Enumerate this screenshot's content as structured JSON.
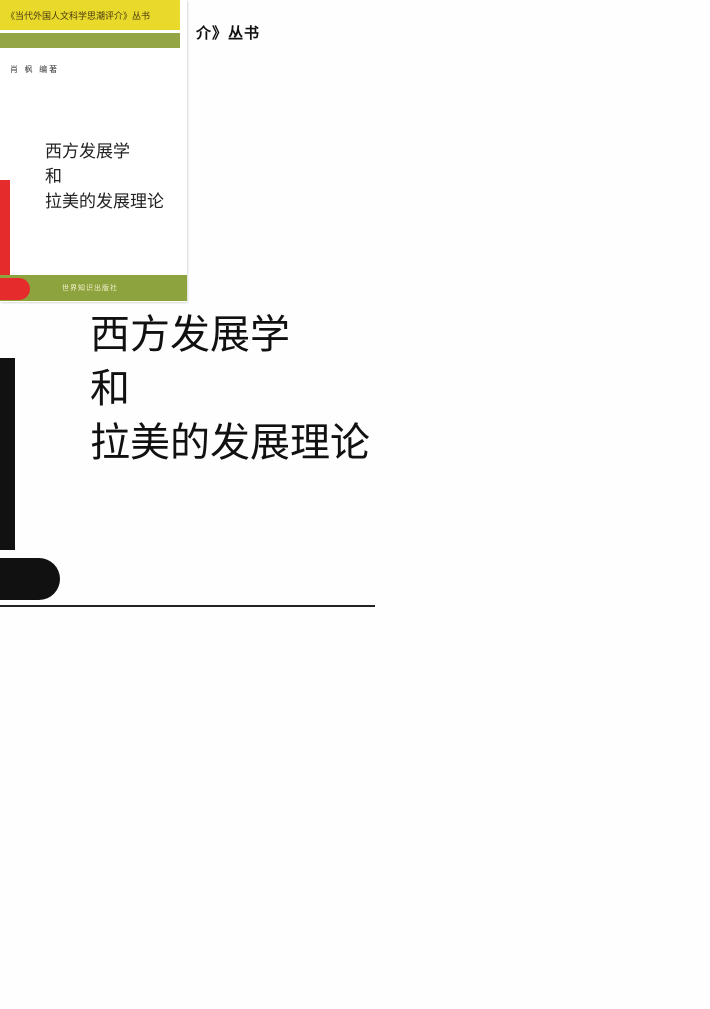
{
  "page": {
    "series_fragment": "介》丛书",
    "title_lines": [
      "西方发展学",
      "和",
      "拉美的发展理论"
    ]
  },
  "cover": {
    "series": "《当代外国人文科学思潮评介》丛书",
    "author": "肖 枫 编著",
    "title_lines": [
      "西方发展学",
      "和",
      "拉美的发展理论"
    ],
    "publisher": "世界知识出版社",
    "colors": {
      "yellow": "#e8d92a",
      "green": "#8da33e",
      "red": "#e52b2b"
    }
  }
}
